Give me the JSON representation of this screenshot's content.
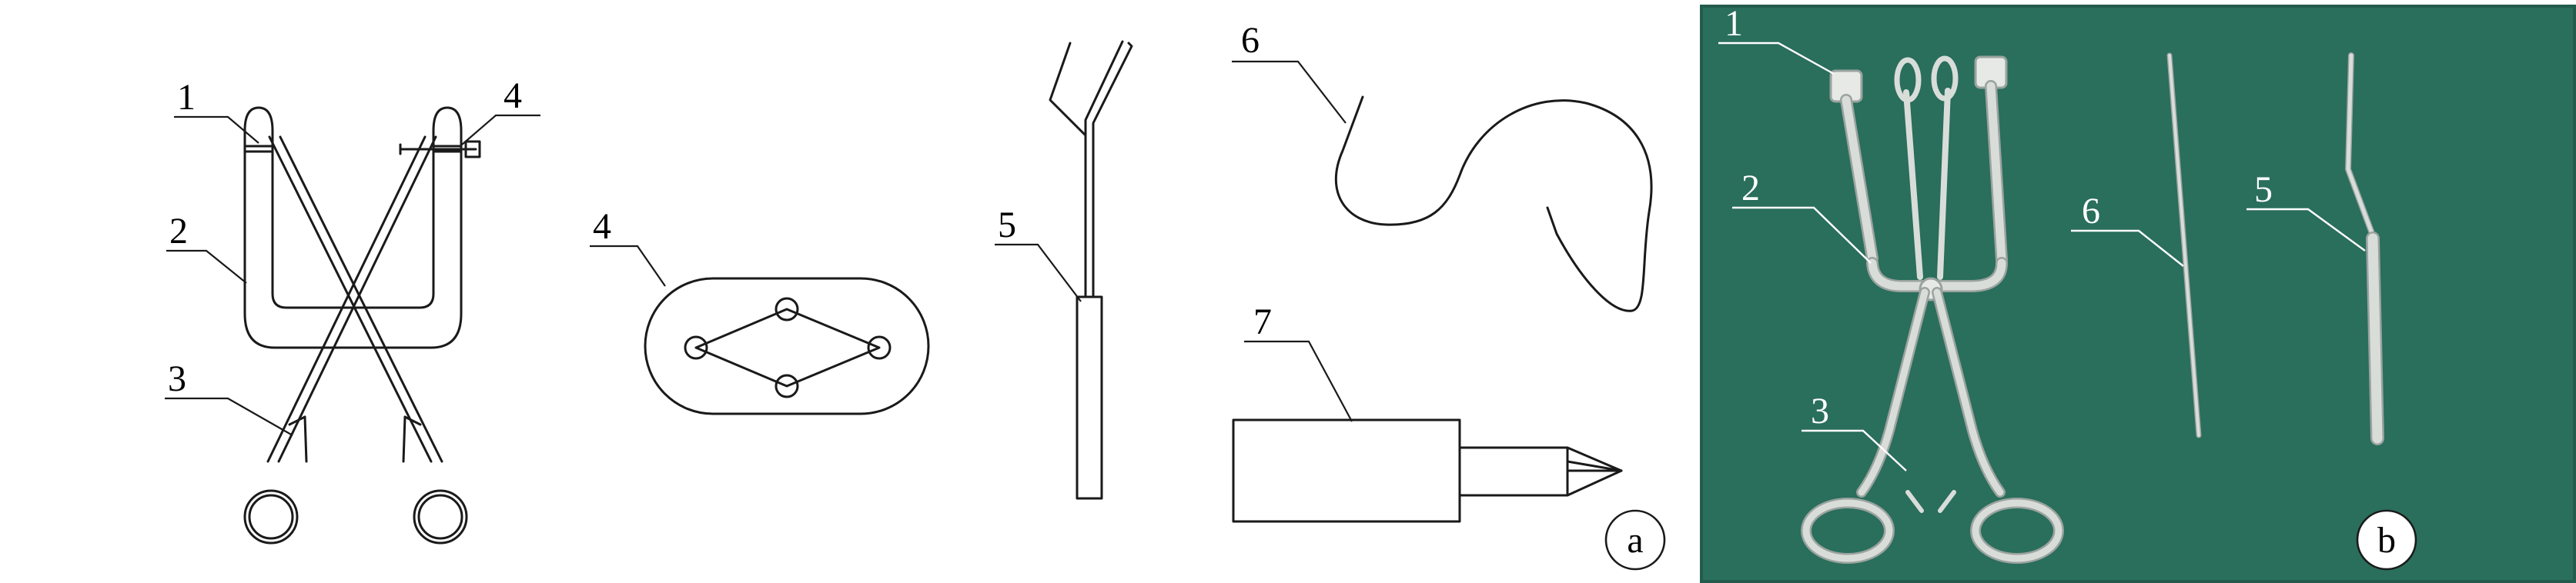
{
  "panel_a": {
    "panel_label": "a",
    "labels": {
      "frame_top_1": "1",
      "frame_top_4": "4",
      "frame_side_2": "2",
      "frame_handle_3": "3",
      "plate_4": "4",
      "rod_5": "5",
      "wire_6": "6",
      "device_7": "7"
    }
  },
  "panel_b": {
    "panel_label": "b",
    "labels": {
      "clamp_1": "1",
      "clamp_2": "2",
      "clamp_3": "3",
      "rod_6": "6",
      "rod_5": "5"
    },
    "colors": {
      "background": "#2a6e5c",
      "metal": "#d9ddd9"
    }
  }
}
